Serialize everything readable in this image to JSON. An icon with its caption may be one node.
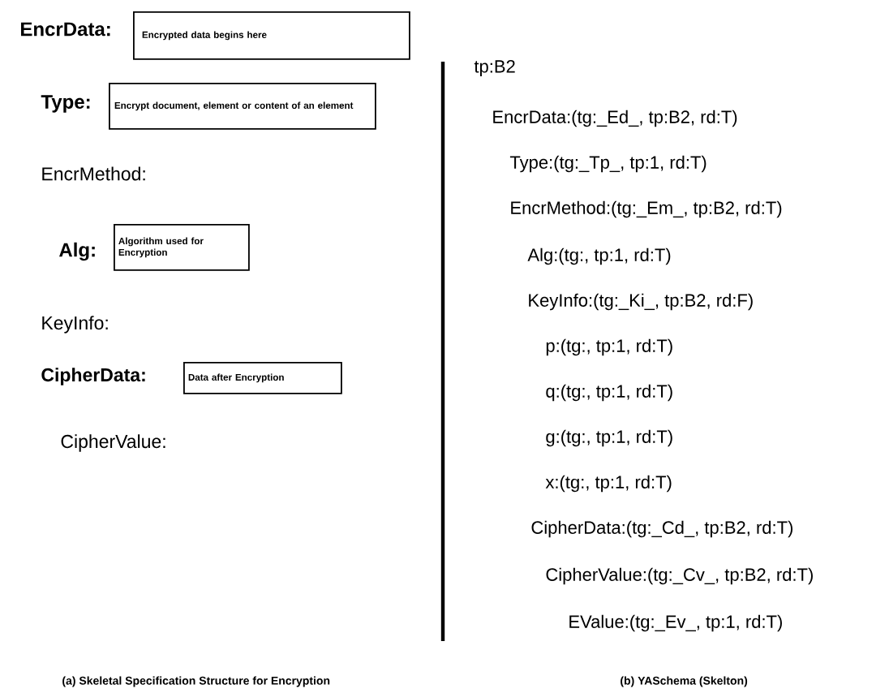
{
  "diagram": {
    "nodes": [
      {
        "text": [
          "EncrData:",
          "Encrypted data begins here"
        ]
      },
      {
        "text": [
          "Type:",
          "Encrypt document, element or content of an element"
        ]
      },
      {
        "text": [
          "Alg:",
          "Algorithm used for Encryption"
        ]
      },
      {
        "text": [
          "CipherData:",
          "Data after Encryption"
        ]
      }
    ],
    "labels": [
      "EncrMethod:",
      "KeyInfo:",
      "CipherValue:",
      "tp:B2",
      "EncrData:(tg:_Ed_, tp:B2, rd:T)",
      "Type:(tg:_Tp_, tp:1, rd:T)",
      "EncrMethod:(tg:_Em_, tp:B2, rd:T)",
      "Alg:(tg:, tp:1, rd:T)",
      "KeyInfo:(tg:_Ki_, tp:B2, rd:F)",
      "p:(tg:, tp:1, rd:T)",
      "q:(tg:, tp:1, rd:T)",
      "g:(tg:, tp:1, rd:T)",
      "x:(tg:, tp:1, rd:T)",
      "CipherData:(tg:_Cd_, tp:B2, rd:T)",
      "CipherValue:(tg:_Cv_, tp:B2, rd:T)",
      "EValue:(tg:_Ev_, tp:1, rd:T)",
      "(a) Skeletal Specification Structure for Encryption",
      "(b) YASchema (Skelton)"
    ]
  }
}
